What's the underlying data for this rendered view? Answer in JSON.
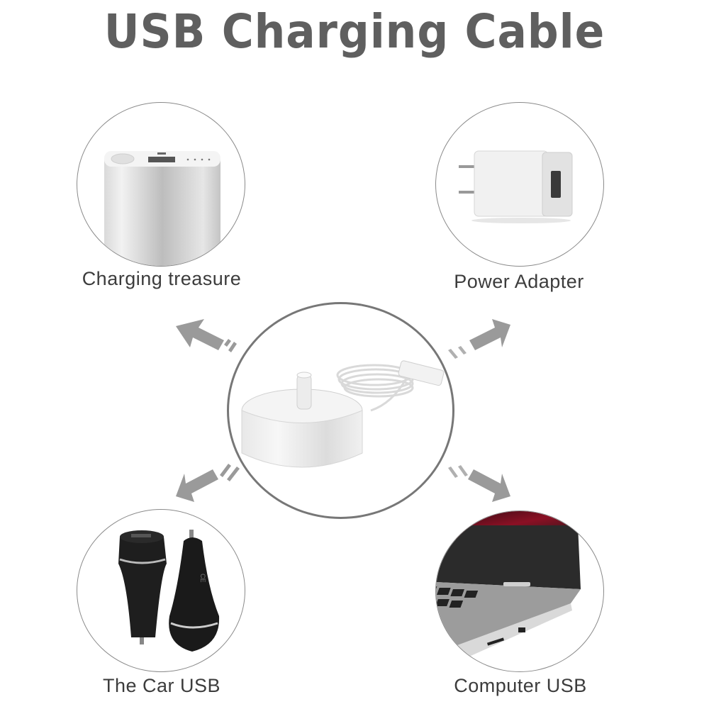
{
  "title": "USB Charging Cable",
  "colors": {
    "title": "#5f5f5f",
    "label": "#3c3c3c",
    "circle_border": "#8a8a8a",
    "arrow": "#9a9a9a"
  },
  "center": {
    "product": "Toothbrush charging base with coiled USB cable",
    "icon": "charging-base-icon"
  },
  "sources": [
    {
      "label": "Charging treasure",
      "icon": "power-bank-icon",
      "position": "top-left"
    },
    {
      "label": "Power Adapter",
      "icon": "wall-adapter-icon",
      "position": "top-right"
    },
    {
      "label": "The Car USB",
      "icon": "car-charger-icon",
      "position": "bottom-left"
    },
    {
      "label": "Computer USB",
      "icon": "laptop-icon",
      "position": "bottom-right"
    }
  ]
}
